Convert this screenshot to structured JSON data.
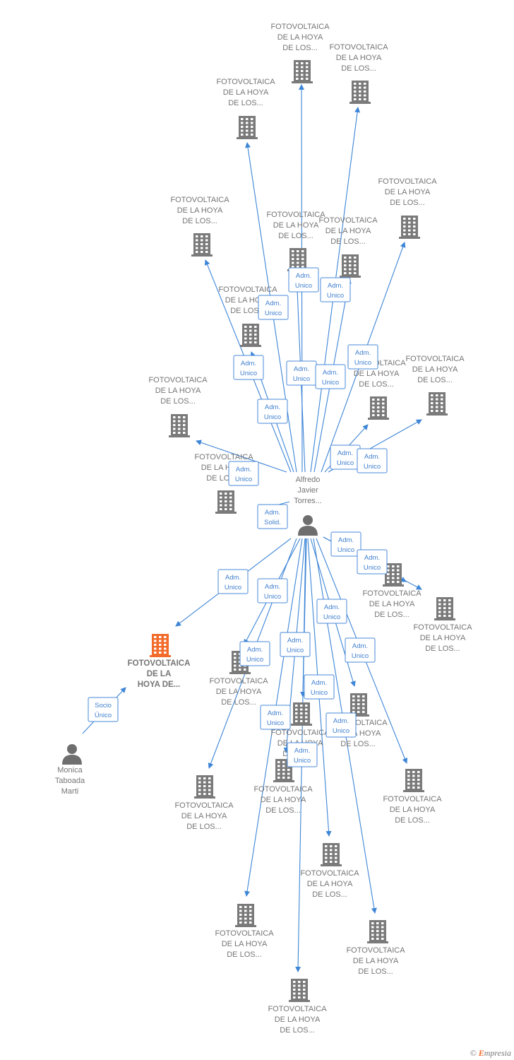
{
  "colors": {
    "edge": "#3d85d6",
    "building": "#7a7a7a",
    "highlight": "#f26b2a",
    "person": "#6e6e6e",
    "label": "#757575",
    "role": "#3f7fcf"
  },
  "center": {
    "id": "alfredo",
    "label": [
      "Alfredo",
      "Javier",
      "Torres..."
    ],
    "icon": "person-icon"
  },
  "highlight": {
    "id": "main-company",
    "label": [
      "FOTOVOLTAICA",
      "DE LA",
      "HOYA DE..."
    ],
    "icon": "building-icon"
  },
  "secondary_person": {
    "id": "monica",
    "label": [
      "Monica",
      "Taboada",
      "Marti"
    ],
    "icon": "person-icon"
  },
  "company_label": [
    "FOTOVOLTAICA",
    "DE LA HOYA",
    "DE LOS..."
  ],
  "companies": [
    {
      "id": "c1"
    },
    {
      "id": "c2"
    },
    {
      "id": "c3"
    },
    {
      "id": "c4"
    },
    {
      "id": "c5"
    },
    {
      "id": "c6"
    },
    {
      "id": "c7"
    },
    {
      "id": "c8"
    },
    {
      "id": "c9"
    },
    {
      "id": "c10"
    },
    {
      "id": "c11"
    },
    {
      "id": "c12"
    },
    {
      "id": "c13"
    },
    {
      "id": "c14"
    },
    {
      "id": "c15"
    },
    {
      "id": "c16"
    },
    {
      "id": "c17"
    },
    {
      "id": "c18"
    },
    {
      "id": "c19"
    },
    {
      "id": "c20"
    },
    {
      "id": "c21"
    },
    {
      "id": "c22"
    },
    {
      "id": "c23"
    },
    {
      "id": "c24"
    }
  ],
  "roles": {
    "adm_unico": [
      "Adm.",
      "Unico"
    ],
    "adm_solid": [
      "Adm.",
      "Solid."
    ],
    "socio_unico": [
      "Socio",
      "Único"
    ]
  },
  "edges": [
    {
      "from": "alfredo",
      "to": "c1",
      "role": "adm_unico"
    },
    {
      "from": "alfredo",
      "to": "c2",
      "role": "adm_unico"
    },
    {
      "from": "alfredo",
      "to": "c3",
      "role": "adm_unico"
    },
    {
      "from": "alfredo",
      "to": "c4",
      "role": "adm_unico"
    },
    {
      "from": "alfredo",
      "to": "c5",
      "role": "adm_unico"
    },
    {
      "from": "alfredo",
      "to": "c6",
      "role": "adm_unico"
    },
    {
      "from": "alfredo",
      "to": "c7",
      "role": "adm_unico"
    },
    {
      "from": "alfredo",
      "to": "c8",
      "role": "adm_unico"
    },
    {
      "from": "alfredo",
      "to": "c9",
      "role": "adm_unico"
    },
    {
      "from": "alfredo",
      "to": "c10",
      "role": "adm_unico"
    },
    {
      "from": "alfredo",
      "to": "c11",
      "role": "adm_unico"
    },
    {
      "from": "alfredo",
      "to": "c12",
      "role": "adm_solid"
    },
    {
      "from": "alfredo",
      "to": "c13",
      "role": "adm_unico"
    },
    {
      "from": "alfredo",
      "to": "c14",
      "role": "adm_unico"
    },
    {
      "from": "alfredo",
      "to": "c15",
      "role": "adm_unico"
    },
    {
      "from": "alfredo",
      "to": "main-company",
      "role": "adm_unico"
    },
    {
      "from": "alfredo",
      "to": "c16",
      "role": "adm_unico"
    },
    {
      "from": "alfredo",
      "to": "c17",
      "role": "adm_unico"
    },
    {
      "from": "alfredo",
      "to": "c18",
      "role": "adm_unico"
    },
    {
      "from": "alfredo",
      "to": "c19",
      "role": "adm_unico"
    },
    {
      "from": "alfredo",
      "to": "c20",
      "role": "adm_unico"
    },
    {
      "from": "alfredo",
      "to": "c21",
      "role": "adm_unico"
    },
    {
      "from": "alfredo",
      "to": "c22",
      "role": "adm_unico"
    },
    {
      "from": "alfredo",
      "to": "c23",
      "role": "adm_unico"
    },
    {
      "from": "alfredo",
      "to": "c24",
      "role": "adm_unico"
    },
    {
      "from": "monica",
      "to": "main-company",
      "role": "socio_unico"
    }
  ],
  "credit": {
    "symbol": "©",
    "brand_initial": "E",
    "brand_rest": "mpresia"
  }
}
